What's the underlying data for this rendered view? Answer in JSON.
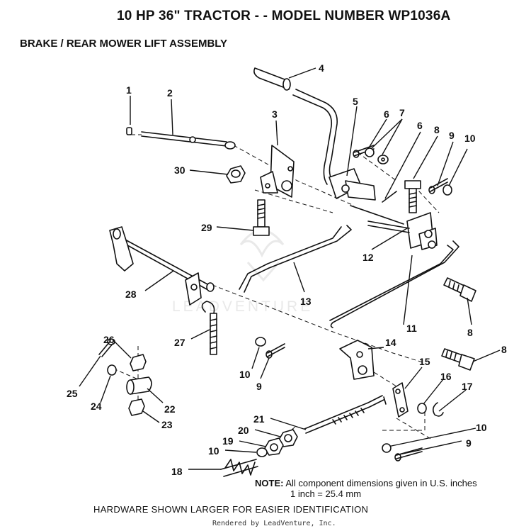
{
  "title": "10 HP 36\" TRACTOR - - MODEL NUMBER WP1036A",
  "subtitle": "BRAKE / REAR MOWER LIFT ASSEMBLY",
  "watermark": "LEADVENTURE",
  "note": {
    "label": "NOTE:",
    "line1": "All component dimensions given in U.S. inches",
    "line2": "1 inch = 25.4 mm"
  },
  "footer": "HARDWARE SHOWN LARGER FOR EASIER IDENTIFICATION",
  "rendered_by": "Rendered by LeadVenture, Inc.",
  "callouts": {
    "c1": "1",
    "c2": "2",
    "c3": "3",
    "c4": "4",
    "c5": "5",
    "c6a": "6",
    "c6b": "6",
    "c7": "7",
    "c8a": "8",
    "c8b": "8",
    "c8c": "8",
    "c9a": "9",
    "c9b": "9",
    "c9c": "9",
    "c10a": "10",
    "c10b": "10",
    "c10c": "10",
    "c10d": "10",
    "c11": "11",
    "c12": "12",
    "c13": "13",
    "c14": "14",
    "c15": "15",
    "c16": "16",
    "c17": "17",
    "c18": "18",
    "c19": "19",
    "c20": "20",
    "c21": "21",
    "c22": "22",
    "c23": "23",
    "c24": "24",
    "c25": "25",
    "c26": "26",
    "c27": "27",
    "c28": "28",
    "c29": "29",
    "c30": "30"
  }
}
